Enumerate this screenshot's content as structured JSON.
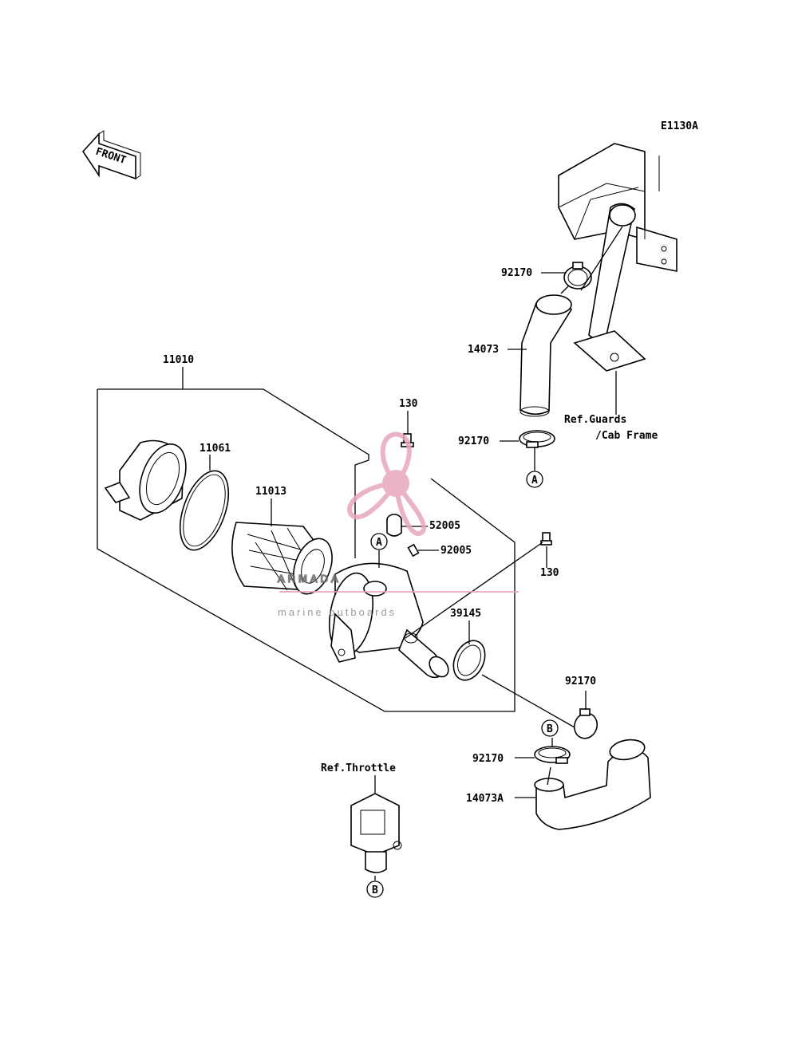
{
  "diagram_code": "E1130A",
  "front_label": "FRONT",
  "callouts": {
    "p11010": "11010",
    "p11061": "11061",
    "p11013": "11013",
    "p130_top": "130",
    "p130_right": "130",
    "p52005": "52005",
    "p92005": "92005",
    "p39145": "39145",
    "p92170_top": "92170",
    "p14073": "14073",
    "p92170_mid": "92170",
    "p92170_low": "92170",
    "p92170_b": "92170",
    "p14073A": "14073A"
  },
  "refs": {
    "guards_line1": "Ref.Guards",
    "guards_line2": "/Cab Frame",
    "throttle": "Ref.Throttle"
  },
  "markers": {
    "a1": "A",
    "a2": "A",
    "b1": "B",
    "b2": "B"
  },
  "watermark": {
    "brand": "ARMADA",
    "tagline": "marine outboards",
    "color": "#e8a6bf"
  }
}
